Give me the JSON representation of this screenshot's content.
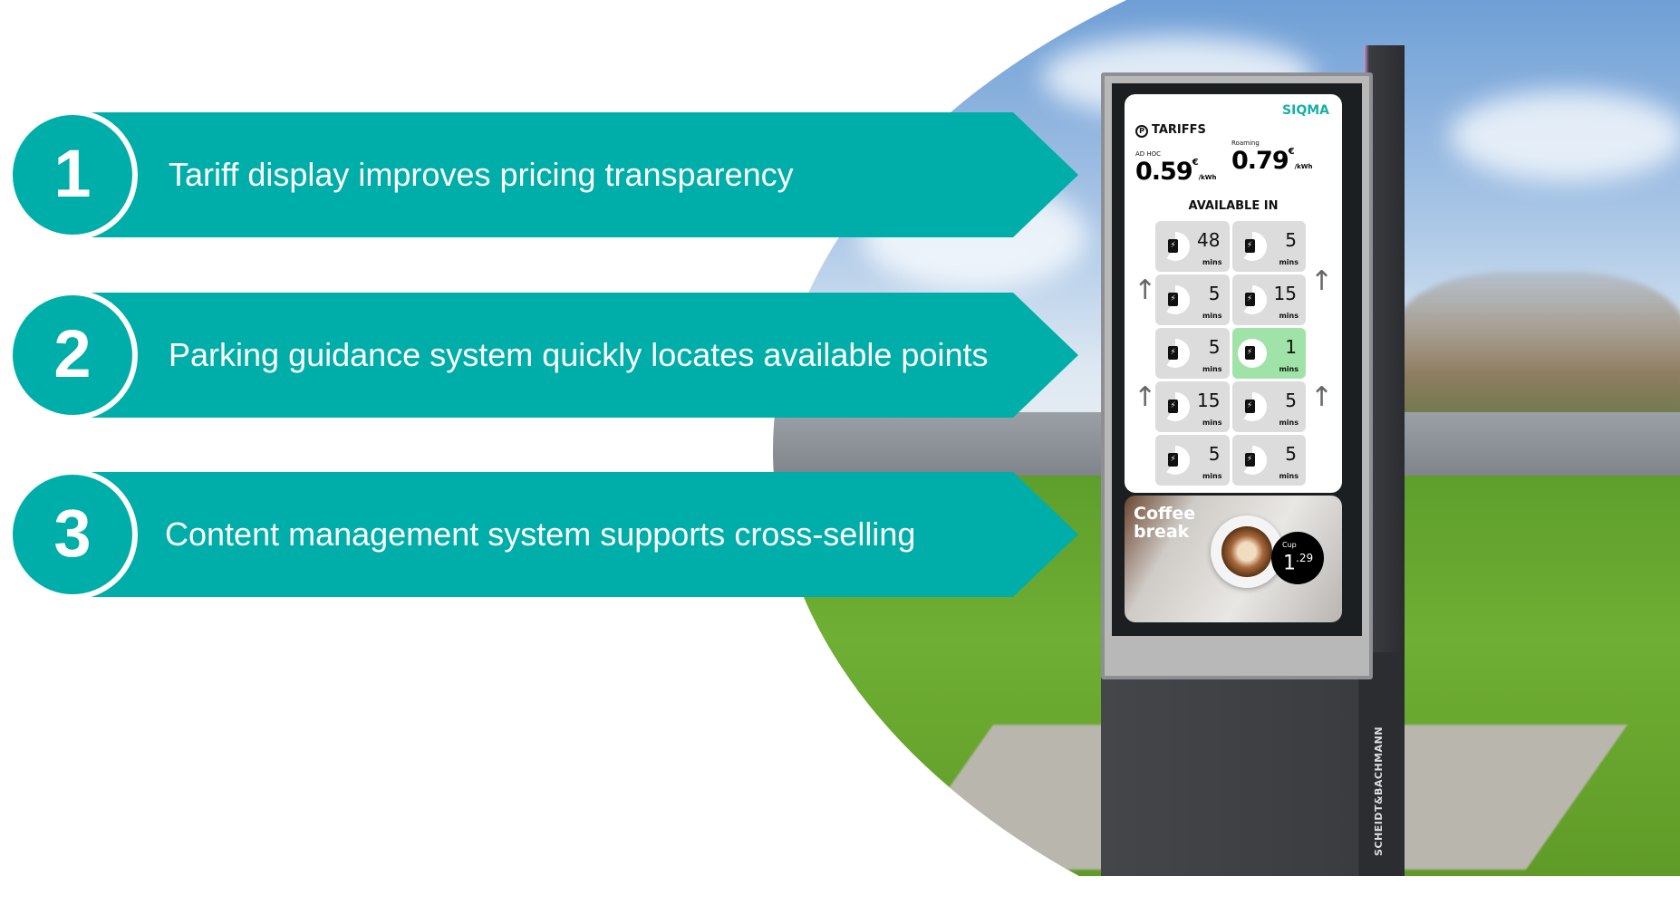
{
  "features": [
    {
      "number": "1",
      "text": "Tariff display improves pricing transparency"
    },
    {
      "number": "2",
      "text": "Parking guidance system quickly locates available points"
    },
    {
      "number": "3",
      "text": "Content management system supports cross-selling"
    }
  ],
  "kiosk": {
    "brand": "SIQMA",
    "manufacturer": "SCHEIDT&BACHMANN",
    "tariffs": {
      "title": "TARIFFS",
      "adhoc": {
        "label": "AD HOC",
        "value": "0.59",
        "currency": "€",
        "unit": "/kWh"
      },
      "roaming": {
        "label": "Roaming",
        "value": "0.79",
        "currency": "€",
        "unit": "/kWh"
      }
    },
    "available_title": "AVAILABLE IN",
    "tiles": [
      {
        "value": "48",
        "unit": "mins"
      },
      {
        "value": "5",
        "unit": "mins"
      },
      {
        "value": "5",
        "unit": "mins"
      },
      {
        "value": "15",
        "unit": "mins"
      },
      {
        "value": "5",
        "unit": "mins"
      },
      {
        "value": "1",
        "unit": "mins"
      },
      {
        "value": "15",
        "unit": "mins"
      },
      {
        "value": "5",
        "unit": "mins"
      },
      {
        "value": "5",
        "unit": "mins"
      },
      {
        "value": "5",
        "unit": "mins"
      }
    ],
    "promo": {
      "title_line1": "Coffee",
      "title_line2": "break",
      "price_label": "Cup",
      "price_main": "1",
      "price_cents": ".29"
    }
  },
  "colors": {
    "accent": "#00aea9",
    "available": "#9fe3a9"
  }
}
